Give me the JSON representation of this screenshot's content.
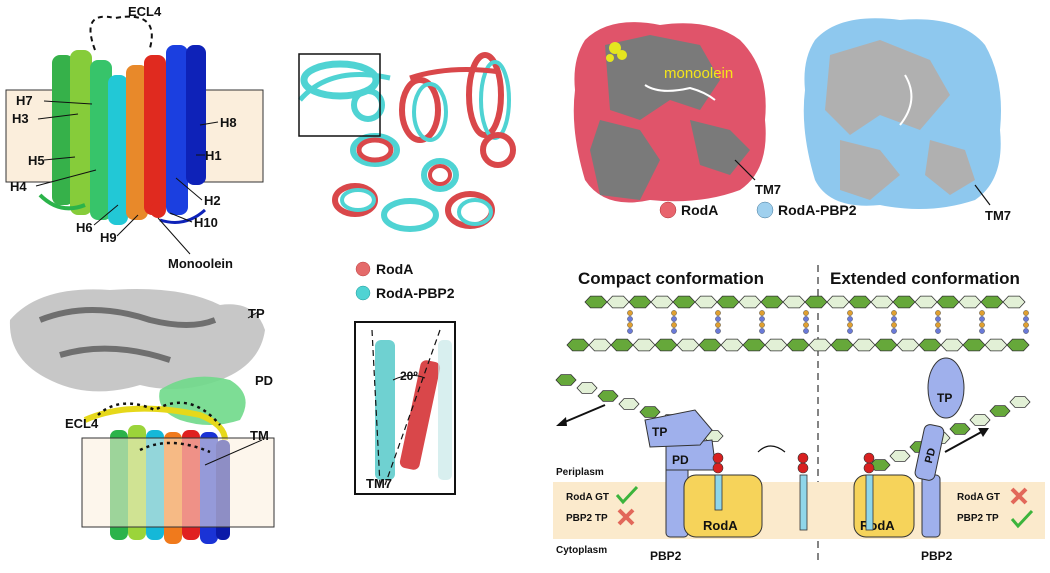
{
  "panel_a": {
    "labels": {
      "ecl4": "ECL4",
      "h7": "H7",
      "h3": "H3",
      "h5": "H5",
      "h4": "H4",
      "h6": "H6",
      "h9": "H9",
      "h8": "H8",
      "h1": "H1",
      "h2": "H2",
      "h10": "H10",
      "monoolein": "Monoolein"
    }
  },
  "panel_b": {
    "legend": [
      {
        "label": "RodA",
        "color": "#e46a6a"
      },
      {
        "label": "RodA-PBP2",
        "color": "#4fd3d3"
      }
    ],
    "inset": {
      "angle": "20º",
      "tm_label": "TM7"
    }
  },
  "panel_c": {
    "monoolein": "monoolein",
    "tm7_left": "TM7",
    "tm7_right": "TM7",
    "legend": [
      {
        "label": "RodA",
        "color": "#e8646d"
      },
      {
        "label": "RodA-PBP2",
        "color": "#9fd0ee"
      }
    ]
  },
  "panel_d": {
    "tp": "TP",
    "pd": "PD",
    "ecl4": "ECL4",
    "tm": "TM"
  },
  "panel_e": {
    "compact_title": "Compact conformation",
    "extended_title": "Extended conformation",
    "periplasm": "Periplasm",
    "cytoplasm": "Cytoplasm",
    "left": {
      "roda_gt": "RodA GT",
      "pbp2_tp": "PBP2 TP",
      "tp": "TP",
      "pd": "PD",
      "roda": "RodA",
      "pbp2": "PBP2",
      "roda_gt_status": "check",
      "pbp2_tp_status": "cross"
    },
    "right": {
      "roda_gt": "RodA GT",
      "pbp2_tp": "PBP2 TP",
      "tp": "TP",
      "pd": "PD",
      "roda": "RodA",
      "pbp2": "PBP2",
      "roda_gt_status": "cross",
      "pbp2_tp_status": "check"
    }
  }
}
